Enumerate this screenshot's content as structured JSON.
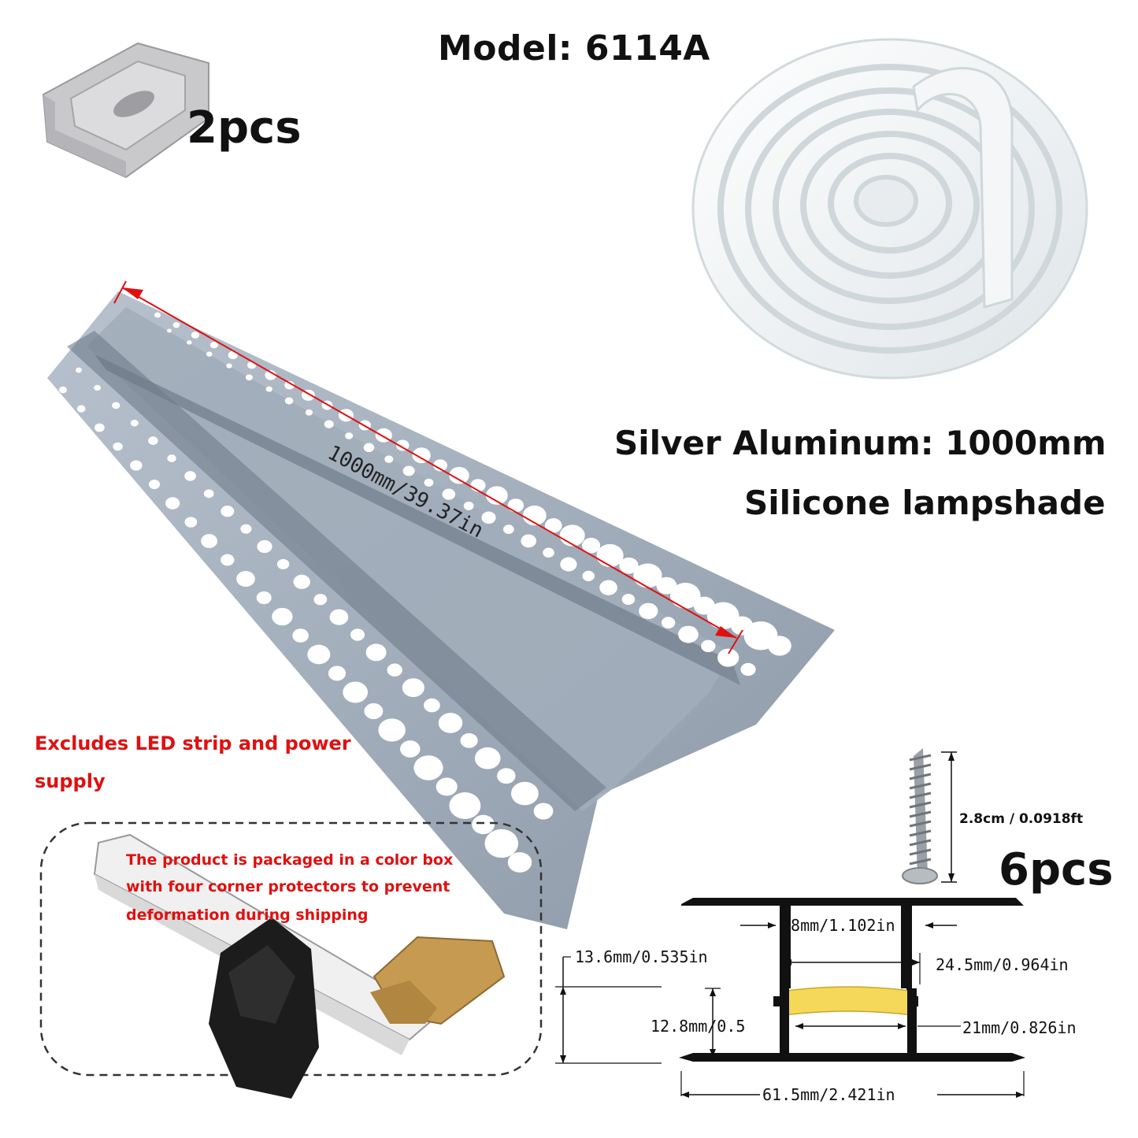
{
  "header": {
    "model_label": "Model: 6114A"
  },
  "end_cap": {
    "count_label": "2pcs"
  },
  "profile": {
    "length_label": "1000mm/39.37in"
  },
  "specs": {
    "line1": "Silver Aluminum: 1000mm",
    "line2": "Silicone lampshade"
  },
  "warning": {
    "text": "Excludes LED strip and power supply"
  },
  "packaging": {
    "line1": "The product is packaged in a color box",
    "line2": "with four corner protectors to prevent",
    "line3": "deformation during shipping"
  },
  "screw": {
    "length_label": "2.8cm / 0.0918ft",
    "count_label": "6pcs"
  },
  "cross_section": {
    "height_total": "13.6mm/0.535in",
    "height_inner": "12.8mm/0.5",
    "top_width": "28mm/1.102in",
    "cover_width": "24.5mm/0.964in",
    "inner_width": "21mm/0.826in",
    "base_width": "61.5mm/2.421in"
  },
  "colors": {
    "aluminum": "#9aa6b4",
    "warning_red": "#e01010",
    "cover_yellow": "#f5d85a"
  }
}
